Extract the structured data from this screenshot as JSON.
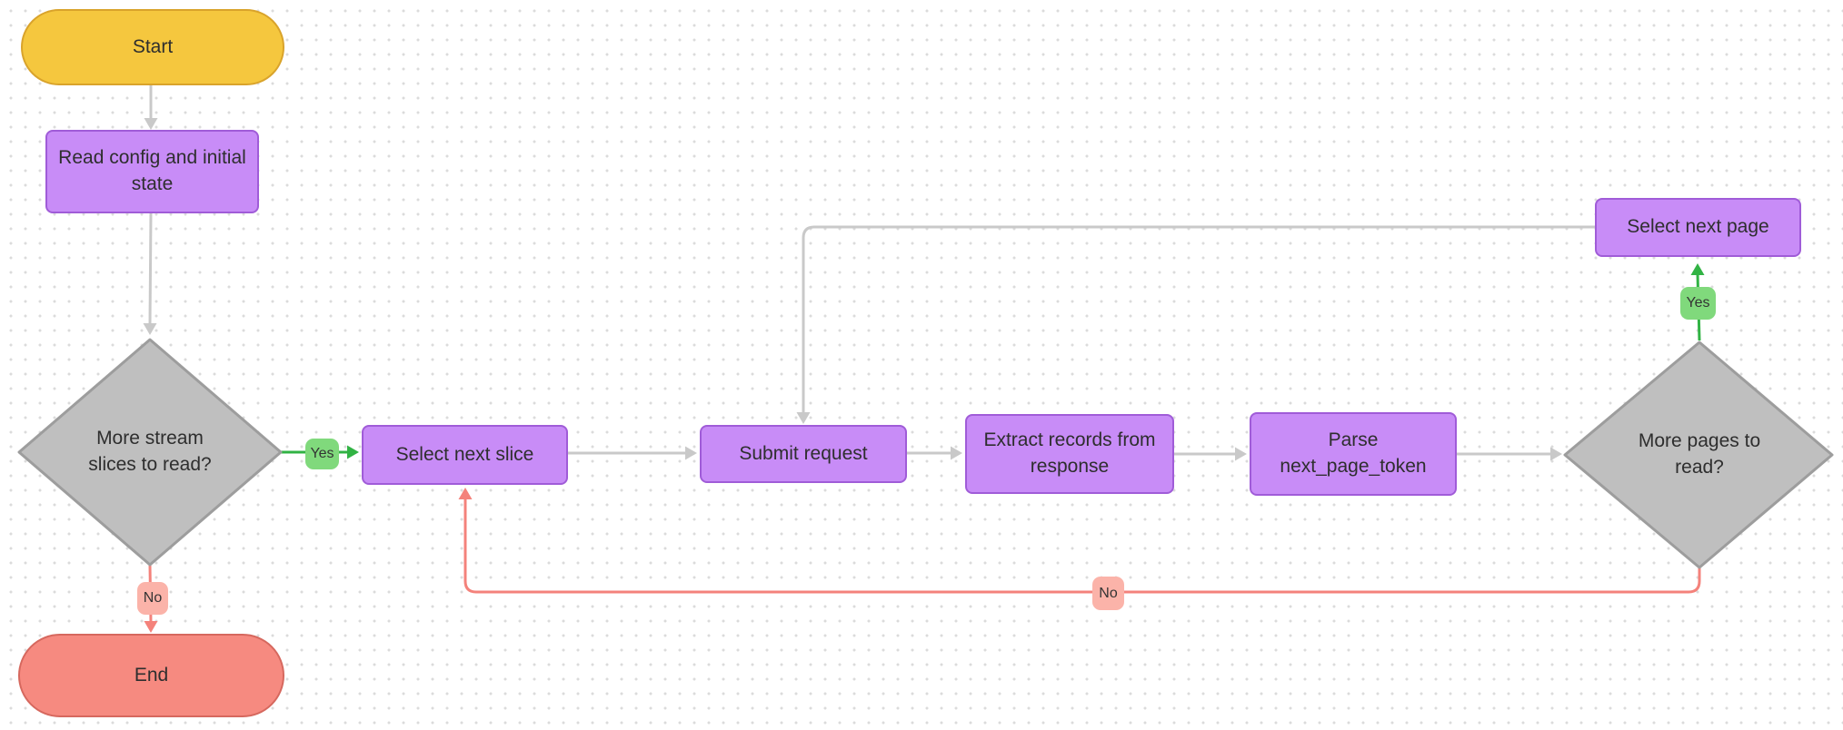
{
  "diagram": {
    "nodes": {
      "start": "Start",
      "read_config": "Read config and initial state",
      "more_slices": "More stream slices to read?",
      "select_next_slice": "Select next slice",
      "submit_request": "Submit request",
      "extract_records": "Extract records from response",
      "parse_next_page_token": "Parse next_page_token",
      "more_pages": "More pages to read?",
      "select_next_page": "Select next page",
      "end": "End"
    },
    "edge_labels": {
      "yes": "Yes",
      "no": "No"
    },
    "colors": {
      "terminal-start-fill": "#F5C73E",
      "terminal-start-border": "#D9A32B",
      "terminal-end-fill": "#F68A80",
      "terminal-end-border": "#D6685E",
      "process-fill": "#C88CF7",
      "process-border": "#A05CD8",
      "decision-fill": "#BFBFBF",
      "decision-border": "#9D9D9D",
      "wire-gray": "#C9C9C9",
      "wire-green": "#31B344",
      "wire-pink": "#F4827B",
      "badge-yes-fill": "#80D97C",
      "badge-no-fill": "#FBB3A9"
    }
  }
}
